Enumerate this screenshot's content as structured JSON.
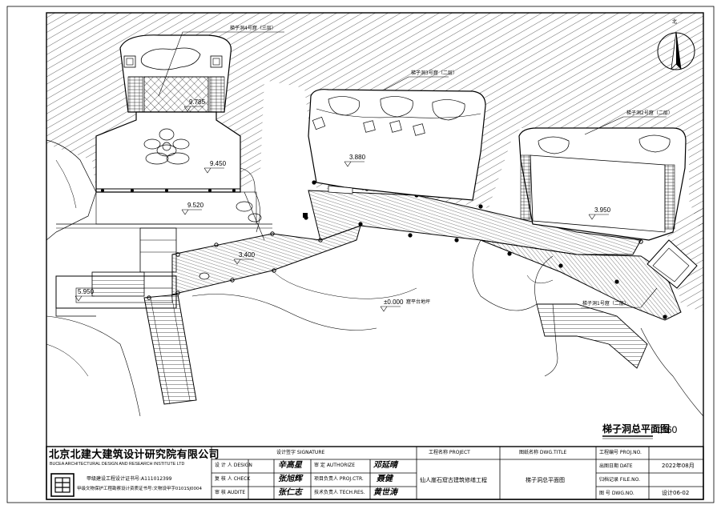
{
  "north_arrow": {
    "label": "北"
  },
  "callouts": {
    "ladder4": "梯子洞4号窟（三层）",
    "ladder3": "梯子洞3号窟（二层）",
    "ladder2": "梯子洞2号窟（二层）",
    "ladder1": "梯子洞1号窟（二层）"
  },
  "elevations": {
    "e9785": "9.785",
    "e9450": "9.450",
    "e9520": "9.520",
    "e3880": "3.880",
    "e3950": "3.950",
    "e3400": "3.400",
    "e5950": "5.950",
    "e0000": "±0.000",
    "e0000_note": "窟平台地坪"
  },
  "drawing_title": {
    "name": "梯子洞总平面图",
    "scale": "1:60"
  },
  "title_block": {
    "institute_cn": "北京北建大建筑设计研究院有限公司",
    "institute_en": "BUCEA ARCHITECTURAL DESIGN AND RESEARCH INSTITUTE LTD",
    "cert1": "甲级建设工程设计证书号:A111012399",
    "cert2": "甲级文物保护工程勘察设计资质证书号:文物设甲字0101SJ0004",
    "signature_header": "设计签字    SIGNATURE",
    "rows": [
      {
        "role": "设 计 人   DESIGN",
        "sign": "辛高星"
      },
      {
        "role": "复 核 人   CHECK",
        "sign": "张旭辉"
      },
      {
        "role": "审    核   AUDITE",
        "sign": "张仁志"
      }
    ],
    "rows2": [
      {
        "role": "审  定  AUTHORIZE",
        "sign": "邓延晴"
      },
      {
        "role": "项目负责人  PROJ.CTR.",
        "sign": "聂健"
      },
      {
        "role": "技术负责人  TECH.RES.",
        "sign": "黄世涛"
      }
    ],
    "project_header": "工程名称   PROJECT",
    "project_name": "仙人崖石窟古建筑修缮工程",
    "dwg_title_header": "图纸名称   DWG.TITLE",
    "dwg_title": "梯子洞总平面图",
    "proj_no_label": "工程编号  PROJ.NO.",
    "proj_no": "",
    "date_label": "出图日期     DATE",
    "date": "2022年08月",
    "file_label": "归档记录  FILE.NO.",
    "file_no": "",
    "dwg_no_label": "图     号  DWG.NO.",
    "dwg_no": "设计06-02"
  }
}
